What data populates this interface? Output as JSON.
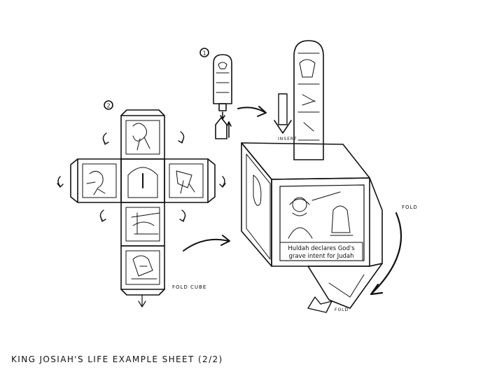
{
  "caption": "KING JOSIAH'S LIFE   EXAMPLE SHEET (2/2)",
  "steps": {
    "one": "1",
    "two": "2"
  },
  "labels": {
    "insert": "INSERT",
    "fold_cube": "FOLD CUBE",
    "fold": "FOLD",
    "fold_small": "FOLD",
    "banner": [
      "Huldah declares God's",
      "grave intent for Judah"
    ]
  }
}
